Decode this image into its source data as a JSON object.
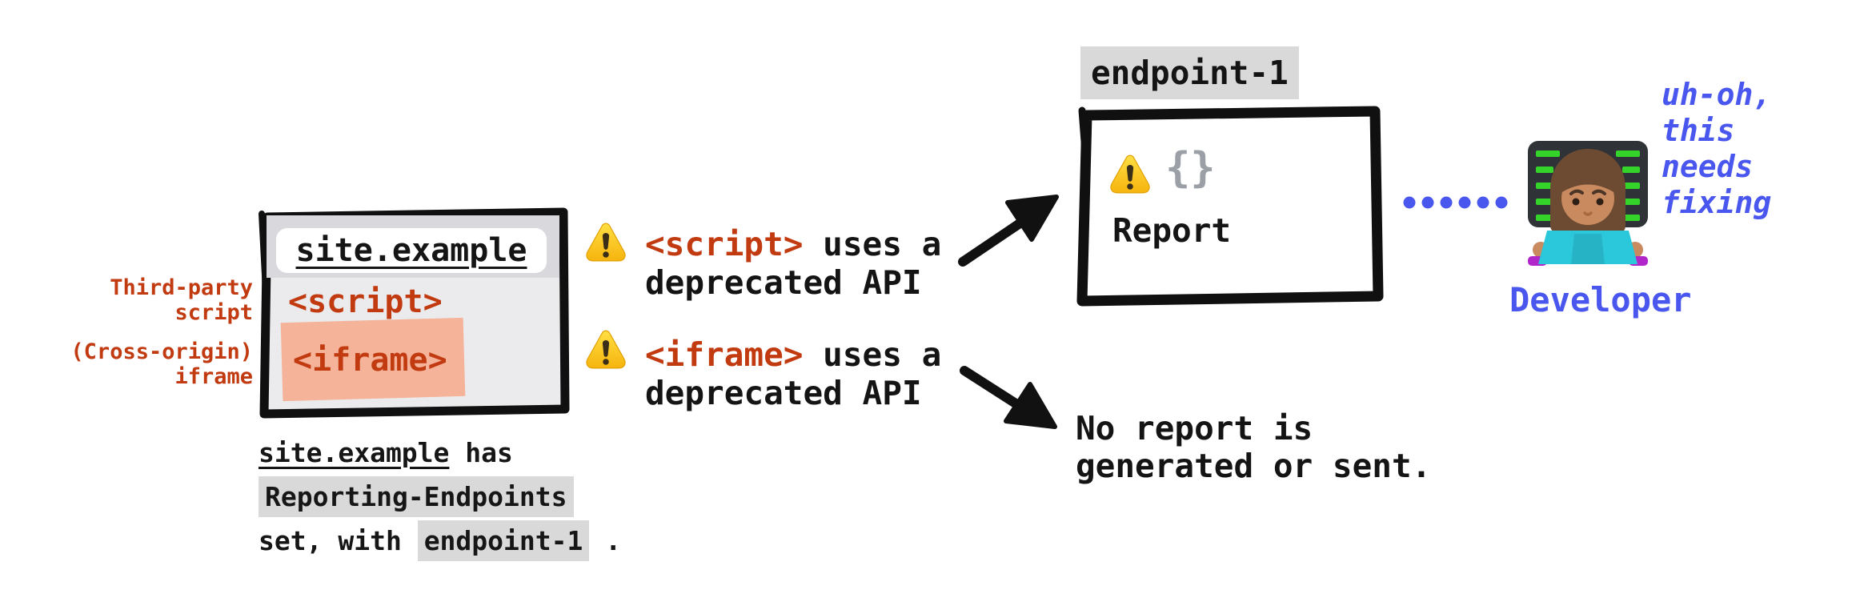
{
  "colors": {
    "red": "#c23a10",
    "blue": "#4a57ee",
    "highlight_gray": "#d9d9d9",
    "salmon_highlight": "#f5b49a",
    "ink": "#141414",
    "brace_gray": "#9aa0a6",
    "warning_yellow": "#f6b40e"
  },
  "browser_window": {
    "url": "site.example",
    "script_tag": "<script>",
    "iframe_tag": "<iframe>"
  },
  "side_labels": {
    "script": [
      "Third-party",
      "script"
    ],
    "iframe": [
      "(Cross-origin)",
      "iframe"
    ]
  },
  "caption": {
    "site": "site.example",
    "rest1": " has",
    "highlight1": "Reporting-Endpoints",
    "rest2": "set, with ",
    "highlight2": "endpoint-1",
    "rest3": " ."
  },
  "warning_rows": [
    {
      "code": "<script>",
      "tail": " uses a",
      "line2": "deprecated API"
    },
    {
      "code": "<iframe>",
      "tail": " uses a",
      "line2": "deprecated API"
    }
  ],
  "endpoint": {
    "label": "endpoint-1",
    "braces": "{}",
    "report_label": "Report"
  },
  "no_report": {
    "line1": "No report is",
    "line2": "generated or sent."
  },
  "developer": {
    "speech": [
      "uh-oh,",
      "this",
      "needs",
      "fixing"
    ],
    "label": "Developer"
  }
}
